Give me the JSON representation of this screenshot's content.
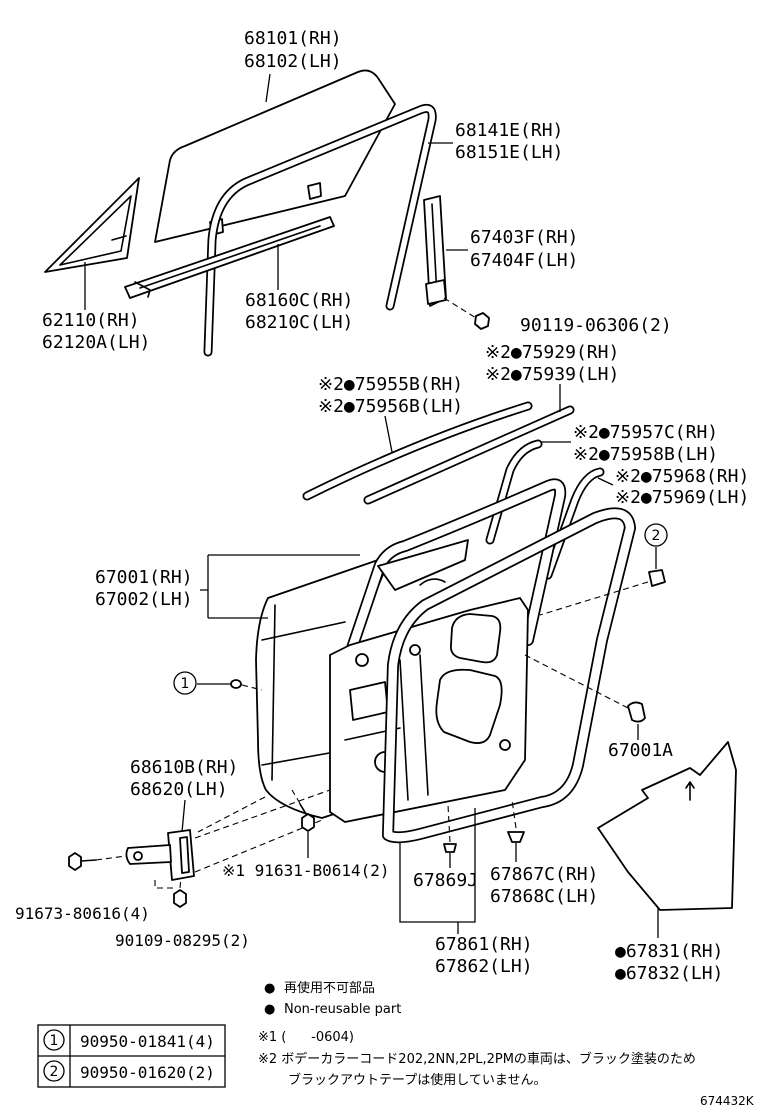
{
  "labels": {
    "glass": [
      "68101(RH)",
      "68102(LH)"
    ],
    "run_channel": [
      "68141E(RH)",
      "68151E(LH)"
    ],
    "division_bar": [
      "67403F(RH)",
      "67404F(LH)"
    ],
    "quarter_glass": [
      "62110(RH)",
      "62120A(LH)"
    ],
    "belt_molding": [
      "68160C(RH)",
      "68210C(LH)"
    ],
    "screw_a": "90119-06306(2)",
    "tape_a": [
      "※2●75929(RH)",
      "※2●75939(LH)"
    ],
    "tape_b": [
      "※2●75955B(RH)",
      "※2●75956B(LH)"
    ],
    "tape_c": [
      "※2●75957C(RH)",
      "※2●75958B(LH)"
    ],
    "tape_d": [
      "※2●75968(RH)",
      "※2●75969(LH)"
    ],
    "door_panel": [
      "67001(RH)",
      "67002(LH)"
    ],
    "ref_1": "1",
    "ref_2": "2",
    "hole_plug": "67001A",
    "hinge": [
      "68610B(RH)",
      "68620(LH)"
    ],
    "bolt_a": "※1 91631-B0614(2)",
    "clip_a": "67869J",
    "clip_b": [
      "67867C(RH)",
      "67868C(LH)"
    ],
    "bolt_b": "91673-80616(4)",
    "bolt_c": "90109-08295(2)",
    "weatherstrip": [
      "67861(RH)",
      "67862(LH)"
    ],
    "hole_cover": [
      "●67831(RH)",
      "●67832(LH)"
    ]
  },
  "legend": {
    "mark": "●",
    "ja": "再使用不可部品",
    "en": "Non-reusable part"
  },
  "plug_table": [
    {
      "ref": "1",
      "part": "90950-01841(4)"
    },
    {
      "ref": "2",
      "part": "90950-01620(2)"
    }
  ],
  "notes": {
    "note1": "※1 (      -0604)",
    "note2_line1": "※2 ボデーカラーコード202,2NN,2PL,2PMの車両は、ブラック塗装のため",
    "note2_line2": "ブラックアウトテープは使用していません。"
  },
  "figure_code": "674432K"
}
